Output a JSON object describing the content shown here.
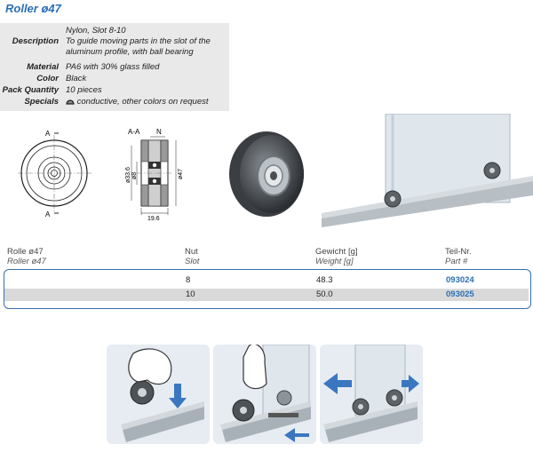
{
  "title": "Roller ø47",
  "specs": [
    {
      "label": "",
      "value": "Nylon, Slot 8-10"
    },
    {
      "label": "Description",
      "value": "To guide moving parts in the slot of the aluminum profile, with ball bearing"
    },
    {
      "label": "Material",
      "value": "PA6 with 30% glass filled"
    },
    {
      "label": "Color",
      "value": "Black"
    },
    {
      "label": "Pack Quantity",
      "value": "10 pieces"
    },
    {
      "label": "Specials",
      "value": "conductive, other colors on request"
    }
  ],
  "drawing": {
    "front_labels": [
      "A",
      "A"
    ],
    "section_label": "A-A",
    "n_label": "N",
    "dim_outer": "ø47",
    "dim_hub": "ø33.6",
    "dim_bore": "ø8",
    "dim_width": "19.6",
    "specials_icon": "conductive-icon"
  },
  "table": {
    "headers": [
      {
        "de": "Rolle ø47",
        "en": "Roller ø47"
      },
      {
        "de": "Nut",
        "en": "Slot"
      },
      {
        "de": "Gewicht [g]",
        "en": "Weight [g]"
      },
      {
        "de": "Teil-Nr.",
        "en": "Part #"
      }
    ],
    "rows": [
      {
        "slot": "8",
        "weight": "48.3",
        "part": "093024"
      },
      {
        "slot": "10",
        "weight": "50.0",
        "part": "093025"
      }
    ]
  },
  "colors": {
    "accent": "#2a6fb5",
    "spec_bg": "#e9e9e9",
    "row_alt": "#d9d9d9",
    "frame": "#3a6fb0"
  }
}
